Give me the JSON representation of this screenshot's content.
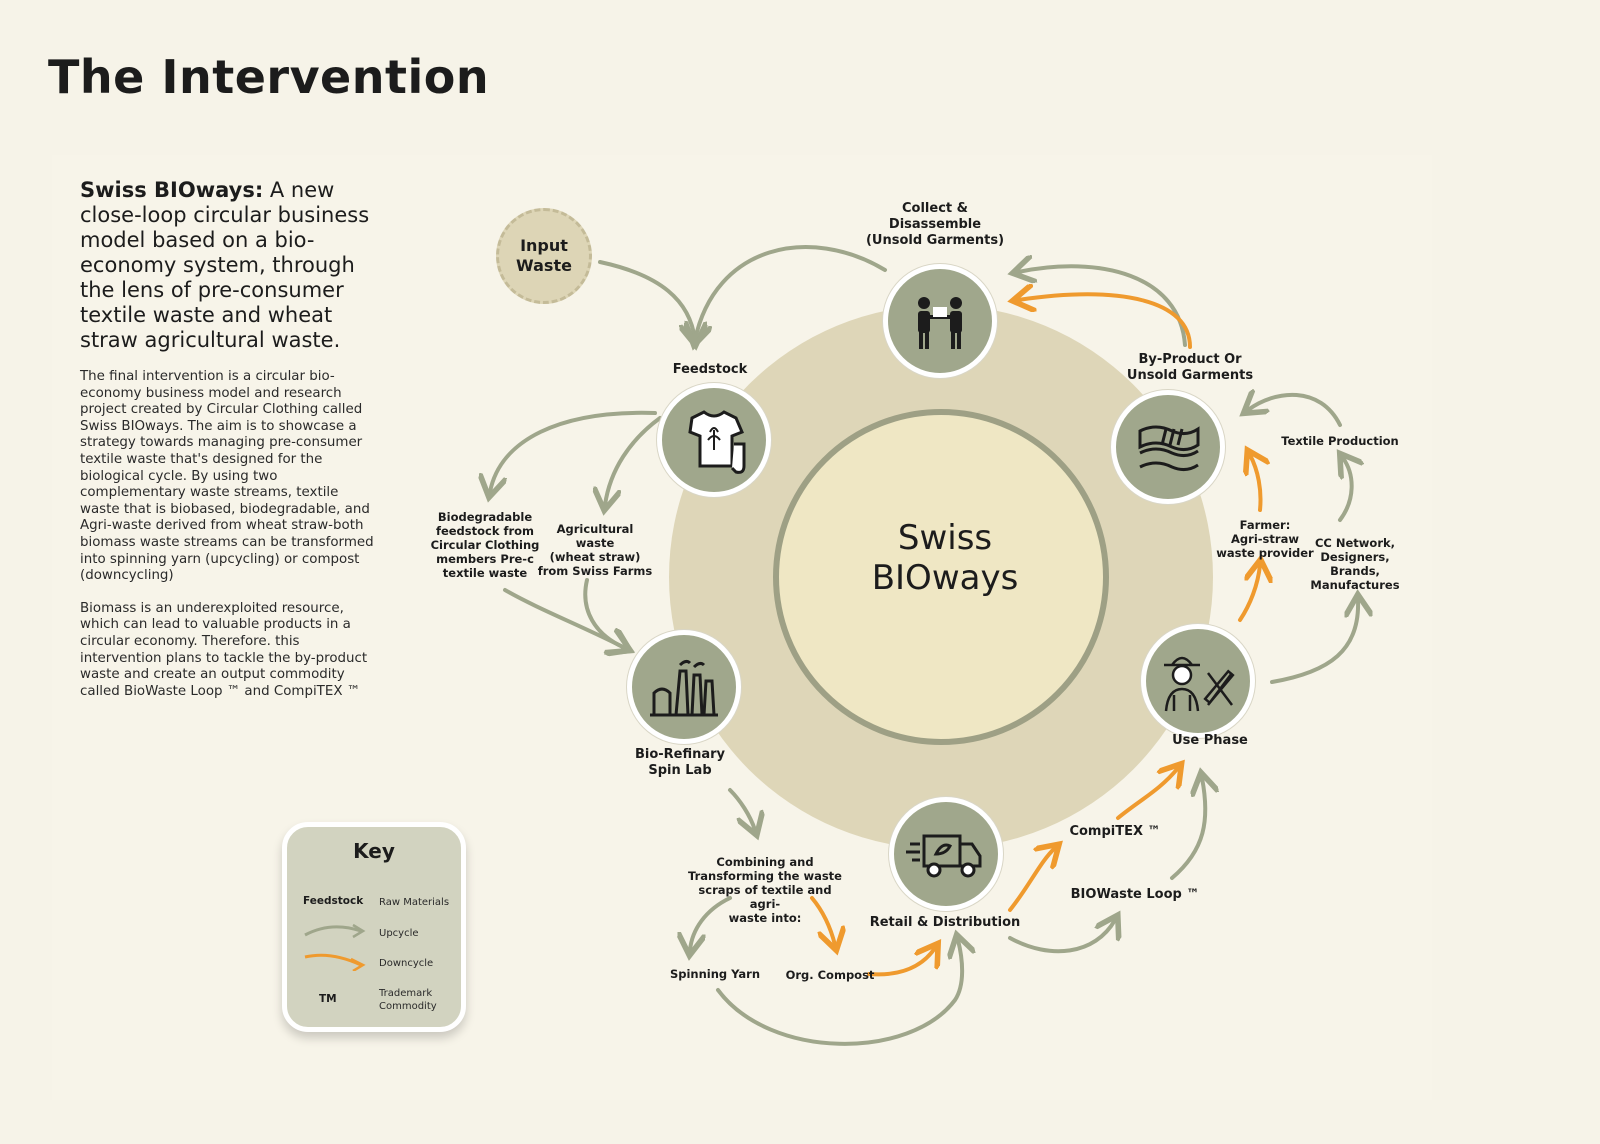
{
  "page": {
    "title": "The Intervention"
  },
  "intro": {
    "lead_strong": "Swiss BIOways:",
    "lead_rest": " A new close-loop circular business model based on a bio- economy system, through the lens of pre-consumer textile waste and wheat straw agricultural waste.",
    "paragraph1": "The final intervention is a circular bio-economy business model and research project created by Circular Clothing called Swiss BIOways. The aim is to showcase a strategy towards managing pre-consumer textile waste that's designed for the biological cycle. By using two complementary waste streams, textile waste that is biobased, biodegradable, and Agri-waste derived from wheat straw-both biomass waste streams can be transformed into spinning yarn (upcycling) or compost (downcycling)",
    "paragraph2": "Biomass is an underexploited resource, which can lead to valuable products in a circular economy. Therefore. this intervention plans to tackle the by-product waste and create an output commodity called BioWaste Loop ™ and CompiTEX ™"
  },
  "diagram": {
    "center_label": "Swiss\nBIOways",
    "input_waste": "Input\nWaste",
    "labels": {
      "collect": "Collect &\nDisassemble\n(Unsold Garments)",
      "feedstock": "Feedstock",
      "byproduct": "By-Product Or\nUnsold Garments",
      "textile_production": "Textile Production",
      "biodegradable": "Biodegradable\nfeedstock from\nCircular Clothing\nmembers Pre-c\ntextile waste",
      "agricultural": "Agricultural\nwaste\n(wheat straw)\nfrom Swiss Farms",
      "farmer": "Farmer:\nAgri-straw\nwaste provider",
      "cc_network": "CC Network,\nDesigners,\nBrands,\nManufactures",
      "biorefinery": "Bio-Refinary\nSpin Lab",
      "use_phase": "Use Phase",
      "combining": "Combining and\nTransforming the waste\nscraps of textile and agri-\nwaste into:",
      "compitex": "CompiTEX ™",
      "biowaste_loop": "BIOWaste Loop ™",
      "retail": "Retail & Distribution",
      "spinning_yarn": "Spinning Yarn",
      "org_compost": "Org. Compost"
    },
    "icons": {
      "collect": "people-exchange-icon",
      "feedstock": "garments-icon",
      "byproduct": "fabric-wheat-icon",
      "biorefinery": "factory-icon",
      "use_phase": "farmer-designer-icon",
      "retail": "delivery-truck-icon"
    }
  },
  "key": {
    "title": "Key",
    "items": [
      {
        "term": "Feedstock",
        "desc": "Raw Materials"
      },
      {
        "term": "",
        "desc": "Upcycle"
      },
      {
        "term": "",
        "desc": "Downcycle"
      },
      {
        "term": "TM",
        "desc": "Trademark\nCommodity"
      }
    ]
  },
  "colors": {
    "upcycle": "#9fa68b",
    "downcycle": "#ef9a2e",
    "node": "#a0a78c",
    "ring_outer": "#ded6b8",
    "ring_inner": "#efe7c4"
  }
}
